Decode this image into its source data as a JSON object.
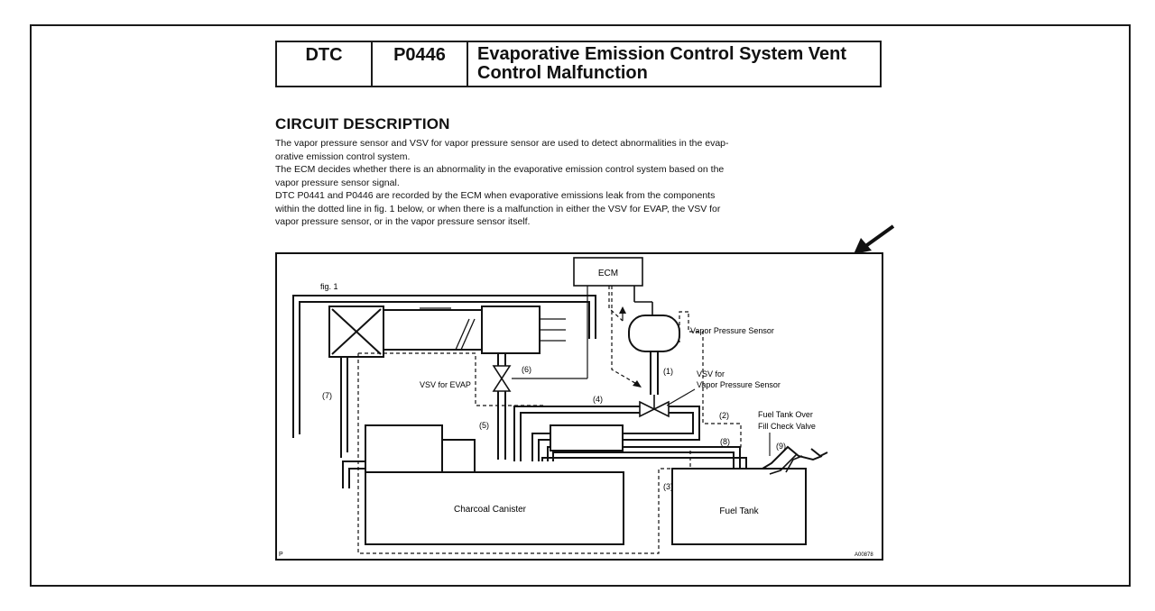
{
  "header": {
    "dtc_label": "DTC",
    "code": "P0446",
    "title_line1": "Evaporative Emission Control System Vent",
    "title_line2": "Control Malfunction"
  },
  "section_title": "CIRCUIT DESCRIPTION",
  "paragraphs": [
    "The vapor pressure sensor and VSV for vapor pressure sensor are used to detect abnormalities in the evap-",
    "orative emission control system.",
    "The ECM decides whether there is an abnormality in the evaporative emission control system based on the",
    "vapor pressure sensor signal.",
    "DTC P0441 and P0446 are recorded by the ECM when evaporative emissions leak from the components",
    "within the dotted line in fig. 1 below, or when there is a malfunction in either the VSV for EVAP, the VSV for",
    "vapor pressure sensor, or in the vapor pressure sensor itself."
  ],
  "diagram": {
    "fig_label": "fig. 1",
    "ecm": "ECM",
    "vapor_pressure_sensor": "Vapor Pressure Sensor",
    "vsv_vps_line1": "VSV for",
    "vsv_vps_line2": "Vapor Pressure Sensor",
    "vsv_evap": "VSV for EVAP",
    "fuel_tank_valve_line1": "Fuel Tank Over",
    "fuel_tank_valve_line2": "Fill Check Valve",
    "charcoal_canister": "Charcoal Canister",
    "fuel_tank": "Fuel Tank",
    "n1": "(1)",
    "n2": "(2)",
    "n3": "(3)",
    "n4": "(4)",
    "n5": "(5)",
    "n6": "(6)",
    "n7": "(7)",
    "n8": "(8)",
    "n9": "(9)",
    "corner_p": "P",
    "code_id": "A00878"
  }
}
